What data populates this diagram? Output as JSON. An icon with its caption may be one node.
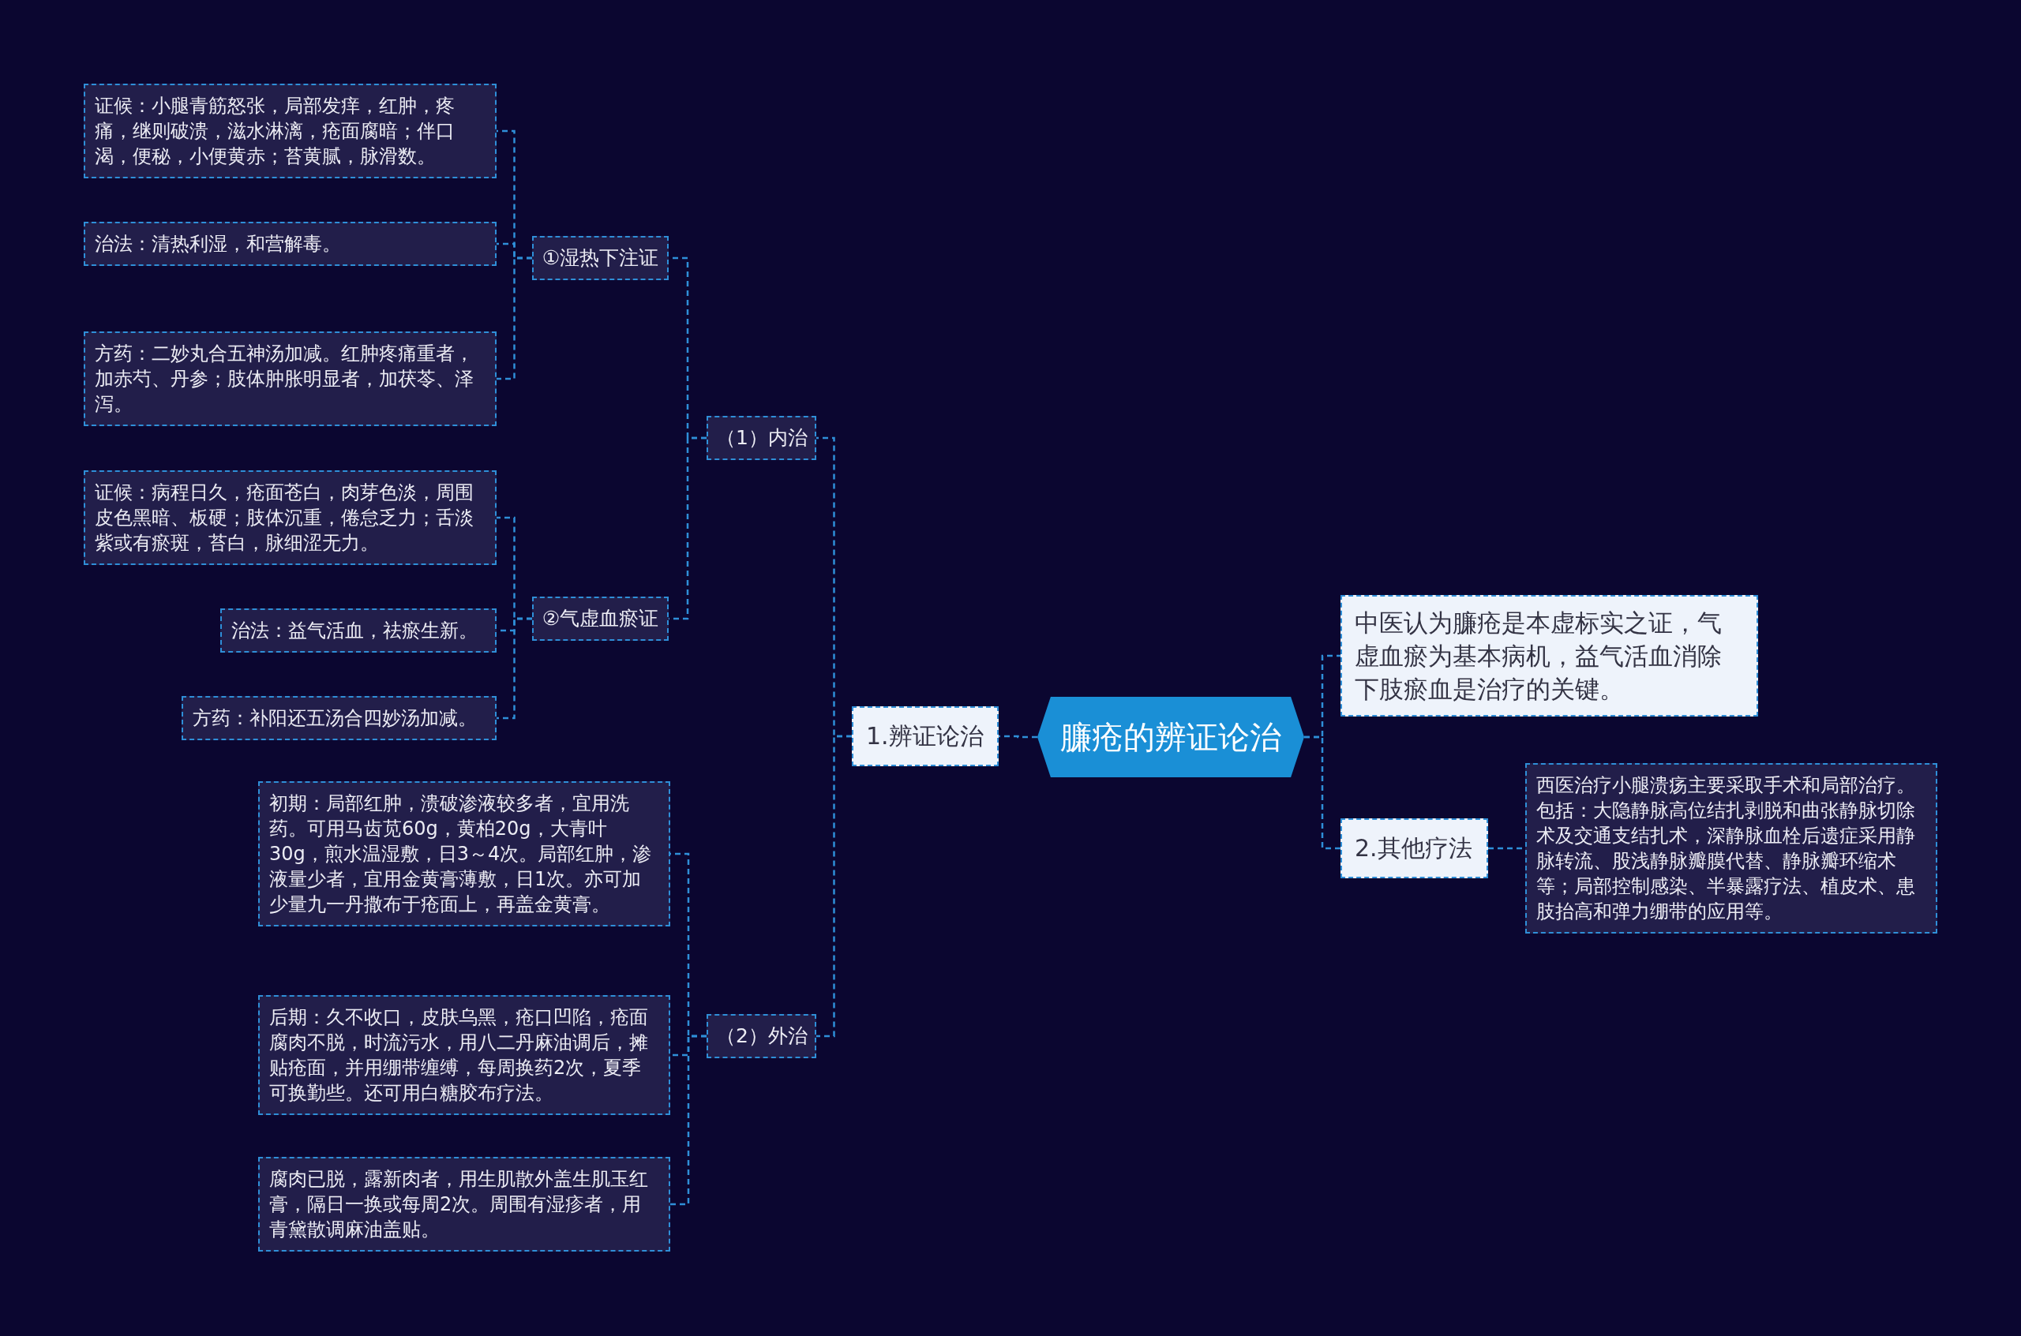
{
  "diagram": {
    "nodes": [
      {
        "text": [
          "臁疮的辨证论治"
        ]
      },
      {
        "text": [
          "1.辨证论治"
        ]
      },
      {
        "text": [
          "（1）内治"
        ]
      },
      {
        "text": [
          "①湿热下注证"
        ]
      },
      {
        "text": [
          "证候：小腿青筋怒张，局部发痒，红肿，疼痛，继则破溃，滋水淋漓，疮面腐暗；伴口渴，便秘，小便黄赤；苔黄腻，脉滑数。"
        ]
      },
      {
        "text": [
          "治法：清热利湿，和营解毒。"
        ]
      },
      {
        "text": [
          "方药：二妙丸合五神汤加减。红肿疼痛重者，加赤芍、丹参；肢体肿胀明显者，加茯苓、泽泻。"
        ]
      },
      {
        "text": [
          "②气虚血瘀证"
        ]
      },
      {
        "text": [
          "证候：病程日久，疮面苍白，肉芽色淡，周围皮色黑暗、板硬；肢体沉重，倦怠乏力；舌淡紫或有瘀斑，苔白，脉细涩无力。"
        ]
      },
      {
        "text": [
          "治法：益气活血，祛瘀生新。"
        ]
      },
      {
        "text": [
          "方药：补阳还五汤合四妙汤加减。"
        ]
      },
      {
        "text": [
          "（2）外治"
        ]
      },
      {
        "text": [
          "初期：局部红肿，溃破渗液较多者，宜用洗药。可用马齿苋60g，黄柏20g，大青叶30g，煎水温湿敷，日3～4次。局部红肿，渗液量少者，宜用金黄膏薄敷，日1次。亦可加少量九一丹撒布于疮面上，再盖金黄膏。"
        ]
      },
      {
        "text": [
          "后期：久不收口，皮肤乌黑，疮口凹陷，疮面腐肉不脱，时流污水，用八二丹麻油调后，摊贴疮面，并用绷带缠缚，每周换药2次，夏季可换勤些。还可用白糖胶布疗法。"
        ]
      },
      {
        "text": [
          "腐肉已脱，露新肉者，用生肌散外盖生肌玉红膏，隔日一换或每周2次。周围有湿疹者，用青黛散调麻油盖贴。"
        ]
      },
      {
        "text": [
          "中医认为臁疮是本虚标实之证，气虚血瘀为基本病机，益气活血消除下肢瘀血是治疗的关键。"
        ]
      },
      {
        "text": [
          "2.其他疗法"
        ]
      },
      {
        "text": [
          "西医治疗小腿溃疡主要采取手术和局部治疗。包括：大隐静脉高位结扎剥脱和曲张静脉切除术及交通支结扎术，深静脉血栓后遗症采用静脉转流、股浅静脉瓣膜代替、静脉瓣环缩术等；局部控制感染、半暴露疗法、植皮术、患肢抬高和弹力绷带的应用等。"
        ]
      }
    ],
    "edges": [
      {
        "from": 0,
        "to": 1,
        "arrow": "none"
      },
      {
        "from": 1,
        "to": 2,
        "arrow": "none"
      },
      {
        "from": 2,
        "to": 3,
        "arrow": "none"
      },
      {
        "from": 3,
        "to": 4,
        "arrow": "none"
      },
      {
        "from": 3,
        "to": 5,
        "arrow": "none"
      },
      {
        "from": 3,
        "to": 6,
        "arrow": "none"
      },
      {
        "from": 2,
        "to": 7,
        "arrow": "none"
      },
      {
        "from": 7,
        "to": 8,
        "arrow": "none"
      },
      {
        "from": 7,
        "to": 9,
        "arrow": "none"
      },
      {
        "from": 7,
        "to": 10,
        "arrow": "none"
      },
      {
        "from": 1,
        "to": 11,
        "arrow": "none"
      },
      {
        "from": 11,
        "to": 12,
        "arrow": "none"
      },
      {
        "from": 11,
        "to": 13,
        "arrow": "none"
      },
      {
        "from": 11,
        "to": 14,
        "arrow": "none"
      },
      {
        "from": 0,
        "to": 15,
        "arrow": "none"
      },
      {
        "from": 0,
        "to": 16,
        "arrow": "none"
      },
      {
        "from": 16,
        "to": 17,
        "arrow": "none"
      }
    ]
  }
}
